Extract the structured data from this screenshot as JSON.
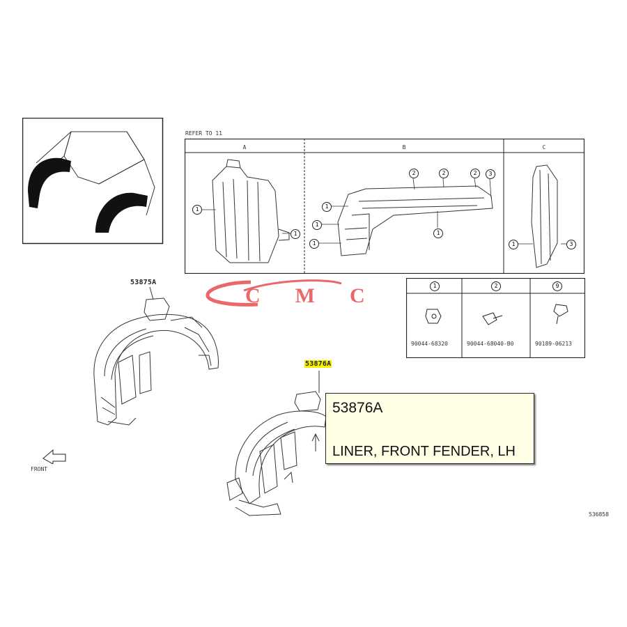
{
  "watermark": {
    "text": "CMC",
    "color": "#e8585a"
  },
  "labels": {
    "refer_to": "REFER TO 11",
    "part_53875a": "53875A",
    "part_53876a": "53876A",
    "front": "FRONT",
    "figure_code": "536858"
  },
  "detail_table": {
    "headers": [
      "A",
      "B",
      "C"
    ]
  },
  "fastener_table": {
    "headers": [
      "1",
      "2",
      "9"
    ],
    "part_numbers": [
      "90044-68320",
      "90044-68040-B0",
      "90189-06213"
    ]
  },
  "callouts": {
    "one": "1",
    "two": "2",
    "three": "3"
  },
  "tooltip": {
    "part_number": "53876A",
    "description": "LINER, FRONT FENDER, LH"
  }
}
